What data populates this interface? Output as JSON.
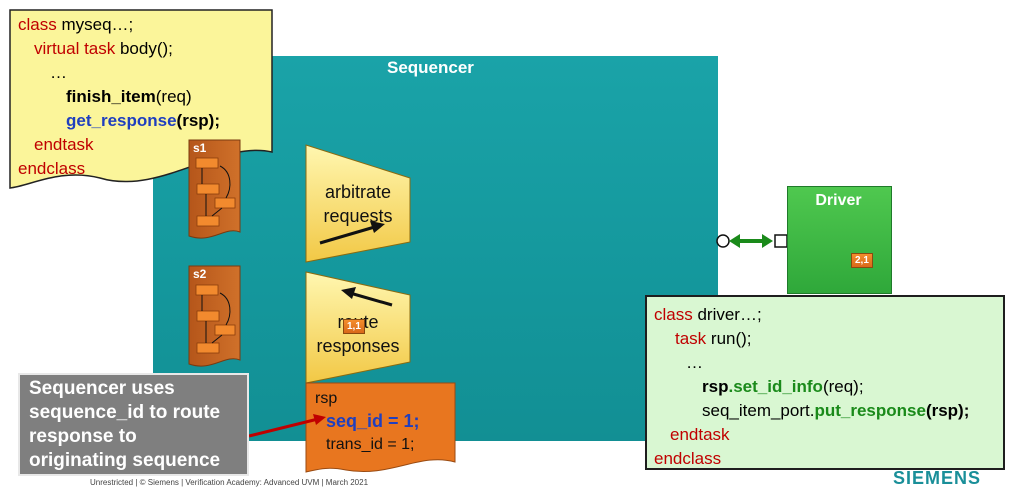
{
  "sequencer": {
    "title": "Sequencer"
  },
  "sequence_code": {
    "line1_kw": "class",
    "line1_rest": " myseq…;",
    "line2_kw": "virtual task",
    "line2_rest": " body();",
    "line3": "…",
    "line4_fn": "finish_item",
    "line4_rest": "(req)",
    "line5_fn": "get_response",
    "line5_arg": "(rsp);",
    "line6": "endtask",
    "line7": "endclass"
  },
  "sequences": [
    {
      "label": "s1"
    },
    {
      "label": "s2"
    }
  ],
  "arbiter": {
    "line1": "arbitrate",
    "line2": "requests"
  },
  "router": {
    "line1": "route",
    "line2": "responses",
    "tag": "1,1"
  },
  "driver": {
    "title": "Driver",
    "tag": "2,1"
  },
  "driver_code": {
    "line1_kw": "class",
    "line1_rest": " driver…;",
    "line2_kw": "task",
    "line2_rest": " run();",
    "line3": "…",
    "line4_obj": "rsp",
    "line4_fn": ".set_id_info",
    "line4_rest": "(req);",
    "line5_pre": "seq_item_port.",
    "line5_fn": "put_response",
    "line5_arg": "(rsp);",
    "line6": "endtask",
    "line7": "endclass"
  },
  "callout": {
    "line1": "Sequencer uses",
    "line2": "sequence_id to route",
    "line3": "response to",
    "line4": "originating sequence"
  },
  "rsp_item": {
    "title": "rsp",
    "seq_id": "seq_id = 1;",
    "trans_id": "trans_id = 1;"
  },
  "footer": "Unrestricted | © Siemens | Verification Academy: Advanced UVM | March 2021",
  "logo": "SIEMENS",
  "colors": {
    "sequencer": "#14979c",
    "driver": "#2fa83a",
    "keyword": "#c00000",
    "method_green": "#1a8a1a",
    "highlight_blue": "#1f3fbf",
    "item_orange": "#e8761f"
  }
}
